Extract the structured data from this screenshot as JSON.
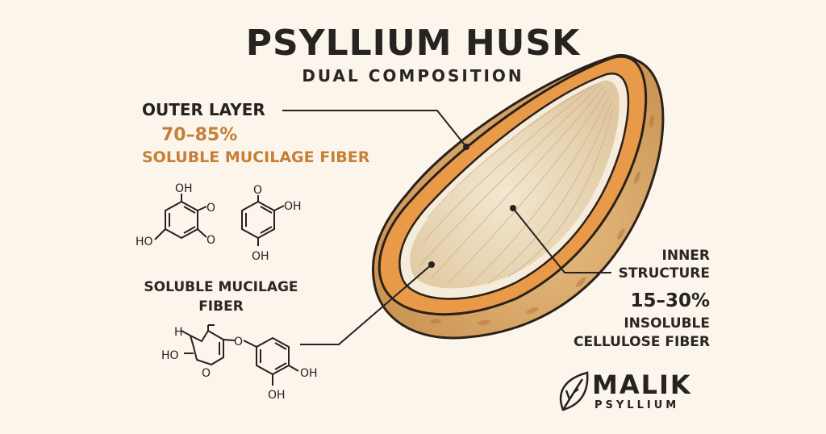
{
  "header": {
    "title": "PSYLLIUM HUSK",
    "subtitle": "DUAL COMPOSITION"
  },
  "outer_layer": {
    "label": "OUTER LAYER",
    "percentage": "70–85%",
    "description": "SOLUBLE MUCILAGE FIBER"
  },
  "molecules": {
    "molecule_1": {
      "atoms": [
        "OH",
        "O",
        "O",
        "HO"
      ]
    },
    "molecule_2": {
      "atoms": [
        "O",
        "OH",
        "OH"
      ]
    },
    "molecule_3": {
      "atoms": [
        "H",
        "HO",
        "O",
        "O",
        "OH",
        "OH"
      ]
    },
    "caption_line1": "SOLUBLE MUCILAGE",
    "caption_line2": "FIBER"
  },
  "inner_structure": {
    "label_line1": "INNER",
    "label_line2": "STRUCTURE",
    "percentage": "15–30%",
    "description_line1": "INSOLUBLE",
    "description_line2": "CELLULOSE FIBER"
  },
  "brand": {
    "icon": "leaf-icon",
    "name": "MALIK",
    "tagline": "PSYLLIUM"
  },
  "colors": {
    "background": "#fbf5ec",
    "outer_layer": "#e89a48",
    "husk_shell": "#d9a868",
    "inner_core": "#ecdcc0",
    "accent_text": "#c57f36",
    "ink": "#25221f"
  }
}
